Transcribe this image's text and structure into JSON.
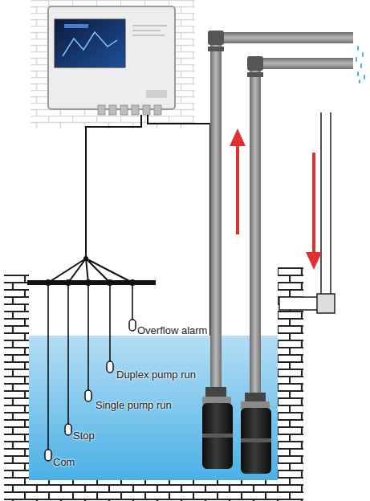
{
  "diagram": {
    "labels": [
      "Overflow alarm",
      "Duplex pump run",
      "Single pump run",
      "Stop",
      "Com"
    ]
  }
}
